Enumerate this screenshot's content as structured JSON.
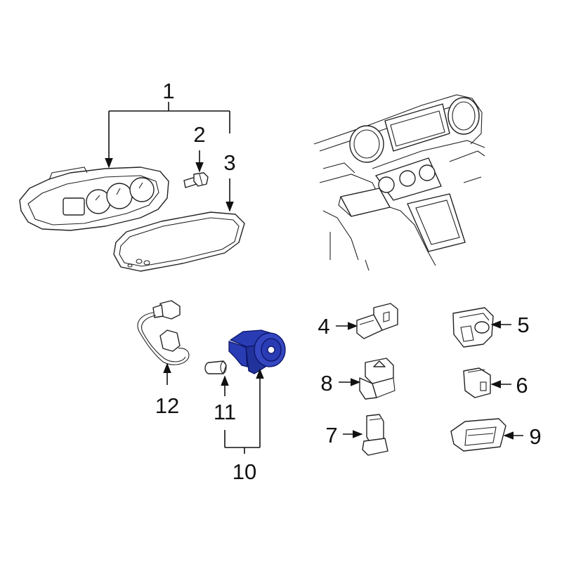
{
  "callouts": {
    "c1": "1",
    "c2": "2",
    "c3": "3",
    "c4": "4",
    "c5": "5",
    "c6": "6",
    "c7": "7",
    "c8": "8",
    "c9": "9",
    "c10": "10",
    "c11": "11",
    "c12": "12"
  },
  "colors": {
    "highlight": "#2a3cb4",
    "line": "#111111",
    "background": "#ffffff"
  },
  "highlighted_part": "10"
}
